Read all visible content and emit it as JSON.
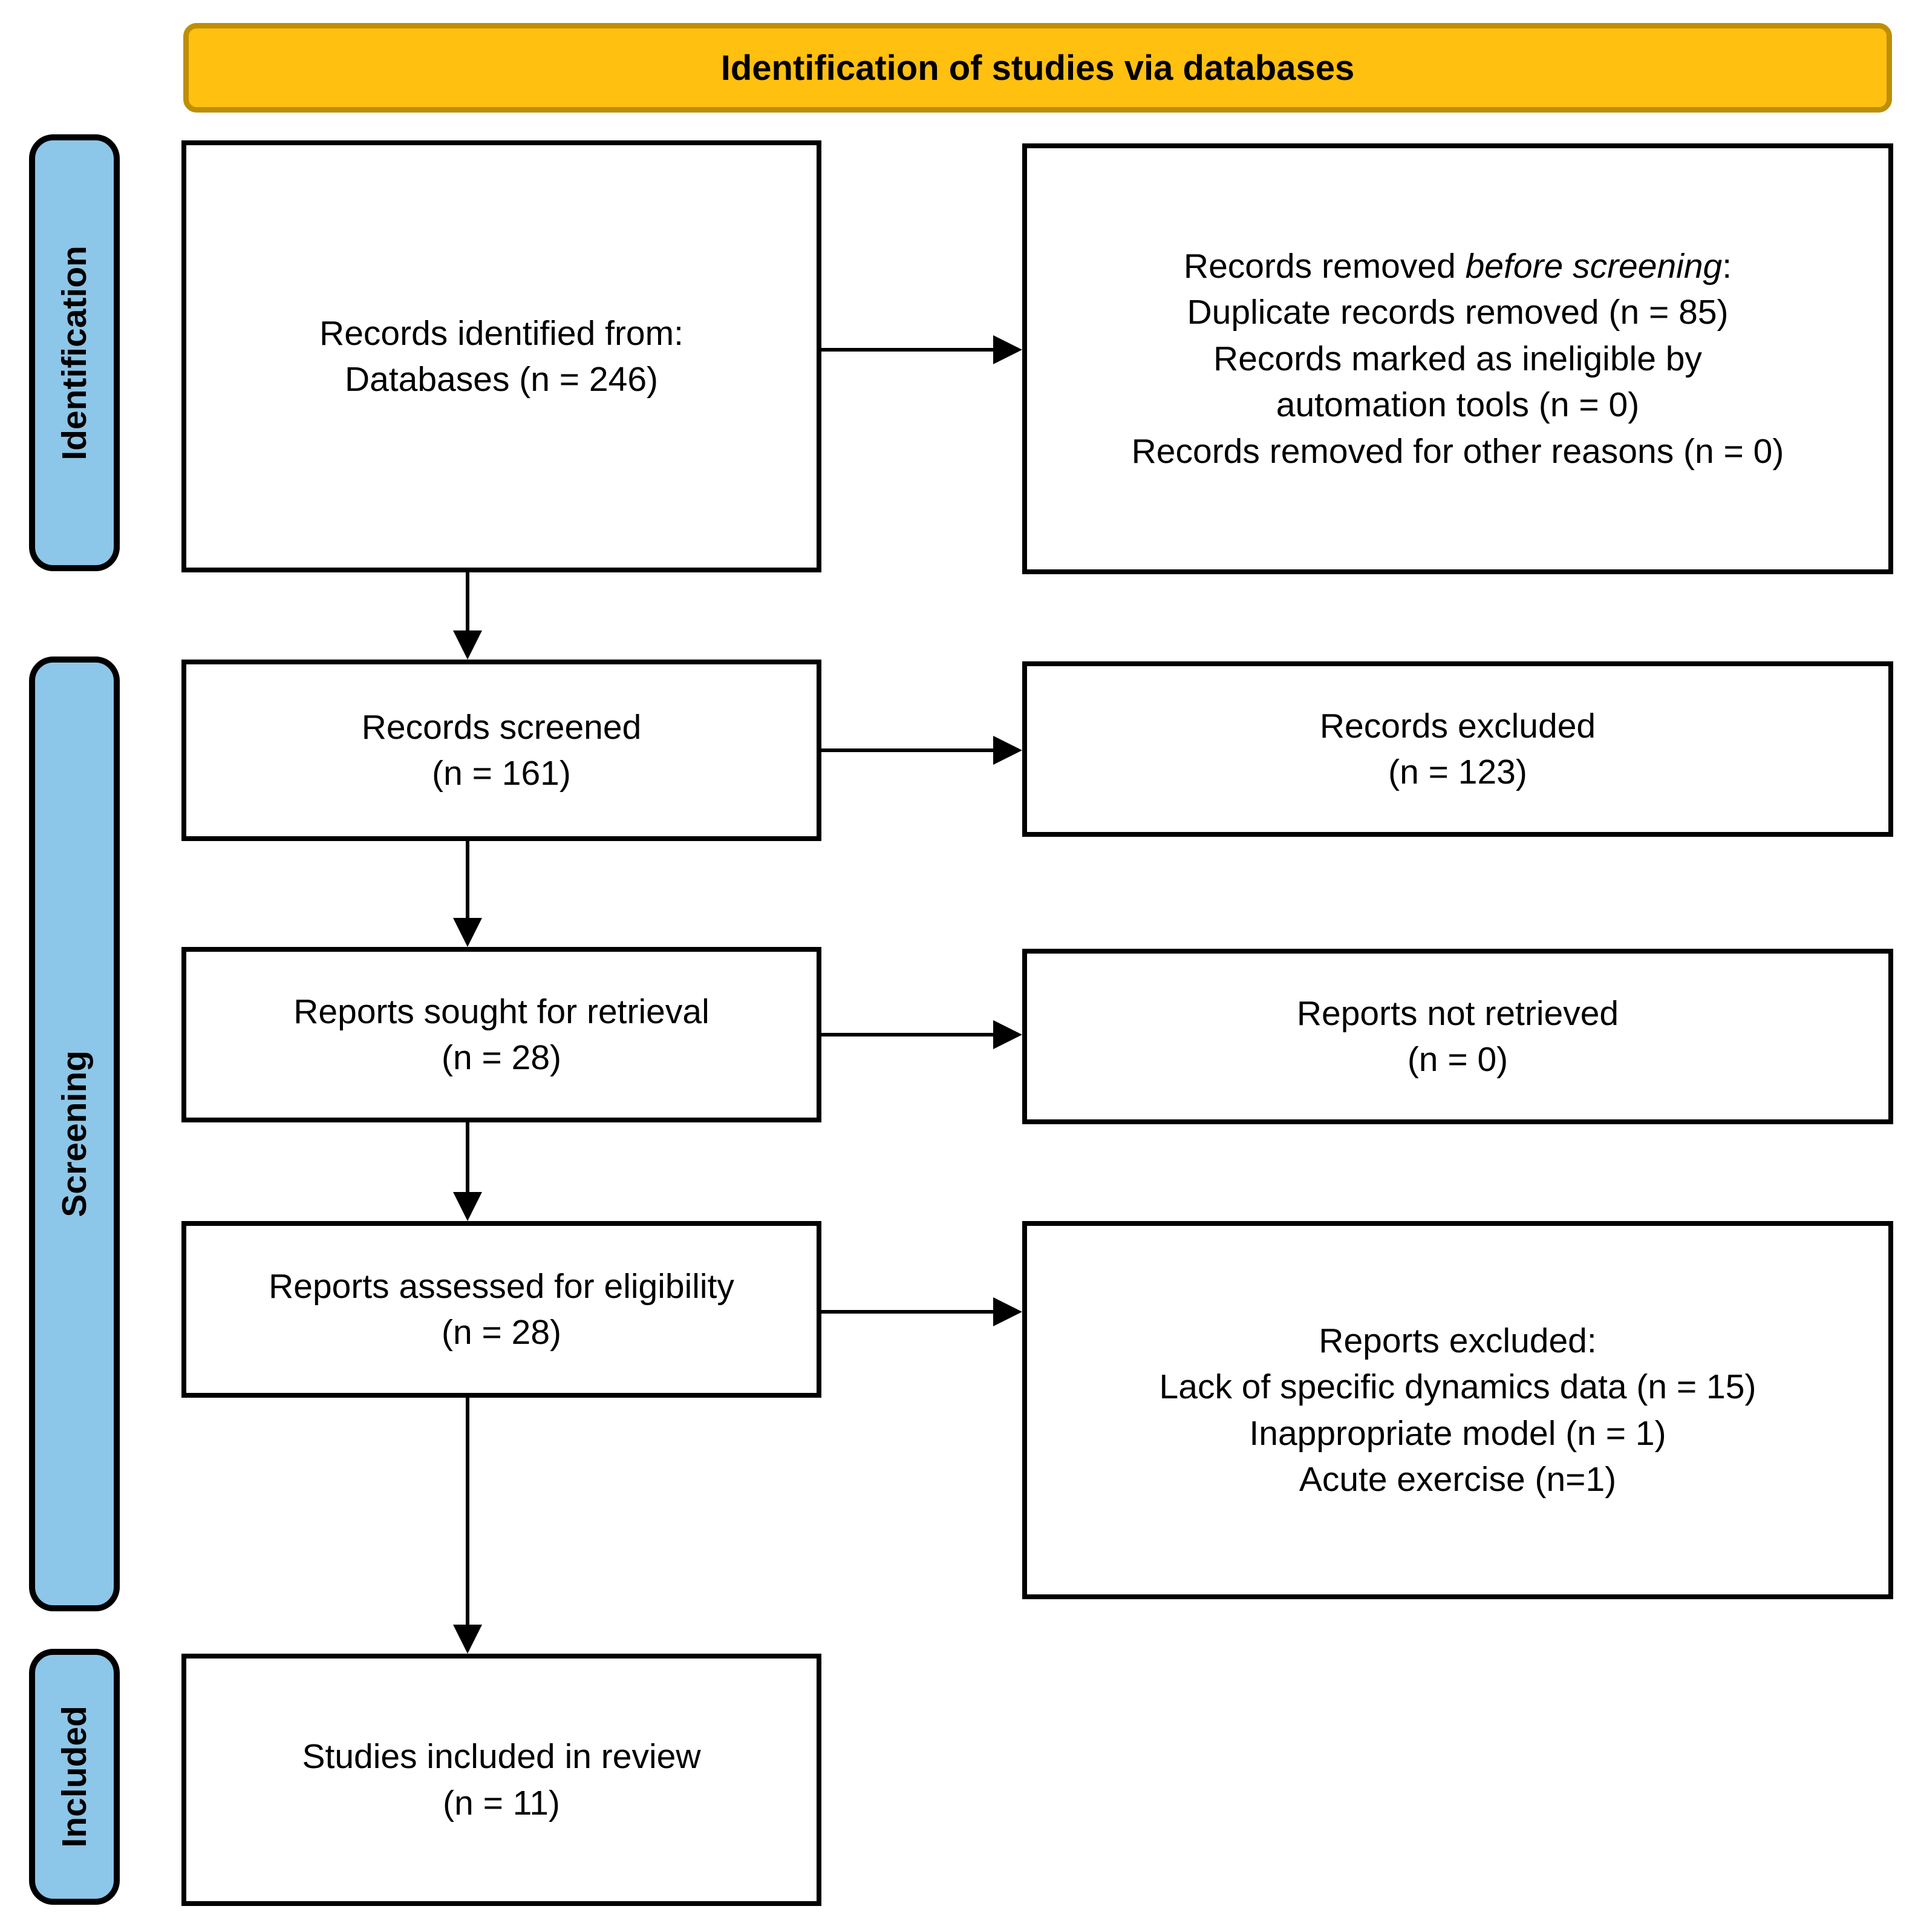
{
  "title_banner": {
    "label": "Identification of studies via databases"
  },
  "stages": {
    "identification": "Identification",
    "screening": "Screening",
    "included": "Included"
  },
  "boxes": {
    "records_identified": {
      "lines": [
        "Records identified from:",
        "Databases (n = 246)"
      ]
    },
    "records_removed": {
      "line1_prefix": "Records removed ",
      "line1_italic": "before screening",
      "line1_suffix": ":",
      "lines": [
        "Duplicate records removed (n = 85)",
        "Records marked as ineligible by",
        "automation tools (n = 0)",
        "Records removed for other reasons (n = 0)"
      ]
    },
    "records_screened": {
      "lines": [
        "Records screened",
        "(n = 161)"
      ]
    },
    "records_excluded": {
      "lines": [
        "Records excluded",
        "(n = 123)"
      ]
    },
    "reports_sought": {
      "lines": [
        "Reports sought for retrieval",
        "(n = 28)"
      ]
    },
    "reports_not_retrieved": {
      "lines": [
        "Reports not retrieved",
        "(n = 0)"
      ]
    },
    "reports_assessed": {
      "lines": [
        "Reports assessed for eligibility",
        "(n = 28)"
      ]
    },
    "reports_excluded": {
      "lines": [
        "Reports excluded:",
        "Lack of specific dynamics data (n = 15)",
        "Inappropriate model (n = 1)",
        "Acute exercise (n=1)"
      ]
    },
    "studies_included": {
      "lines": [
        "Studies included in review",
        "(n = 11)"
      ]
    }
  },
  "colors": {
    "banner_fill": "#FFC010",
    "banner_border": "#BE8F06",
    "stage_fill": "#8CC6E8",
    "stage_border": "#000000",
    "box_border": "#000000",
    "arrow": "#000000",
    "text": "#000000",
    "background": "#FFFFFF"
  }
}
